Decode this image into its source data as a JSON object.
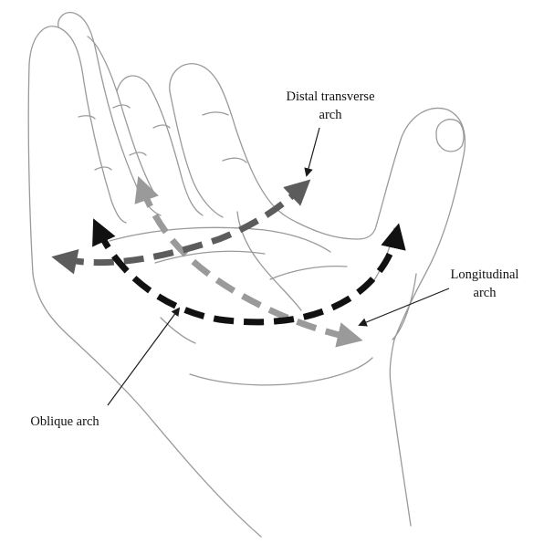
{
  "labels": {
    "distal_line1": "Distal transverse",
    "distal_line2": "arch",
    "longitudinal_line1": "Longitudinal",
    "longitudinal_line2": "arch",
    "oblique": "Oblique arch"
  },
  "colors": {
    "distal_transverse_arch": "#5c5c5c",
    "longitudinal_arch": "#111111",
    "oblique_arch": "#9a9a9a",
    "hand_outline": "#9a9a9a",
    "leader_lines": "#1a1a1a"
  }
}
